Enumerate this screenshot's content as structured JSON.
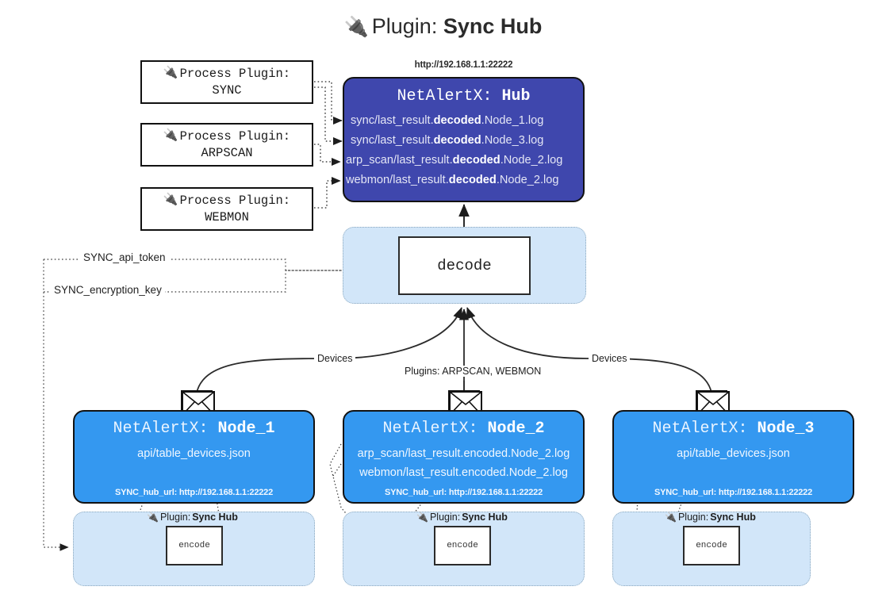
{
  "header": {
    "plug_icon": "plug-icon",
    "prefix": "Plugin: ",
    "name": "Sync Hub"
  },
  "colors": {
    "hub_fill": "#3f47ad",
    "node_fill": "#3498f0",
    "container_fill": "#d2e6f9",
    "stroke": "#121212",
    "dotted": "#555555"
  },
  "process_plugins": [
    {
      "prefix": "Process Plugin:",
      "name": "SYNC"
    },
    {
      "prefix": "Process Plugin:",
      "name": "ARPSCAN"
    },
    {
      "prefix": "Process Plugin:",
      "name": "WEBMON"
    }
  ],
  "hub": {
    "url": "http://192.168.1.1:22222",
    "title_prefix": "NetAlertX: ",
    "title_name": "Hub",
    "lines": [
      {
        "pre": "sync/last_result.",
        "bold": "decoded",
        "post": ".Node_1.log"
      },
      {
        "pre": "sync/last_result.",
        "bold": "decoded",
        "post": ".Node_3.log"
      },
      {
        "pre": "arp_scan/last_result.",
        "bold": "decoded",
        "post": ".Node_2.log"
      },
      {
        "pre": "webmon/last_result.",
        "bold": "decoded",
        "post": ".Node_2.log"
      }
    ]
  },
  "decode": {
    "label": "decode"
  },
  "settings": {
    "api_token": "SYNC_api_token",
    "encryption_key": "SYNC_encryption_key"
  },
  "edge_labels": {
    "devices_left": "Devices",
    "devices_right": "Devices",
    "plugins_center": "Plugins: ARPSCAN, WEBMON"
  },
  "nodes": [
    {
      "title_prefix": "NetAlertX: ",
      "title_name": "Node_1",
      "lines": [
        "api/table_devices.json"
      ],
      "hub_url_label": "SYNC_hub_url: http://192.168.1.1:22222",
      "envelope_icon": "envelope-icon",
      "plugin_label_prefix": "Plugin: ",
      "plugin_label_name": "Sync Hub",
      "encode_label": "encode"
    },
    {
      "title_prefix": "NetAlertX: ",
      "title_name": "Node_2",
      "lines": [
        "arp_scan/last_result.encoded.Node_2.log",
        "webmon/last_result.encoded.Node_2.log"
      ],
      "hub_url_label": "SYNC_hub_url: http://192.168.1.1:22222",
      "envelope_icon": "envelope-icon",
      "plugin_label_prefix": "Plugin: ",
      "plugin_label_name": "Sync Hub",
      "encode_label": "encode"
    },
    {
      "title_prefix": "NetAlertX: ",
      "title_name": "Node_3",
      "lines": [
        "api/table_devices.json"
      ],
      "hub_url_label": "SYNC_hub_url: http://192.168.1.1:22222",
      "envelope_icon": "envelope-icon",
      "plugin_label_prefix": "Plugin: ",
      "plugin_label_name": "Sync Hub",
      "encode_label": "encode"
    }
  ]
}
